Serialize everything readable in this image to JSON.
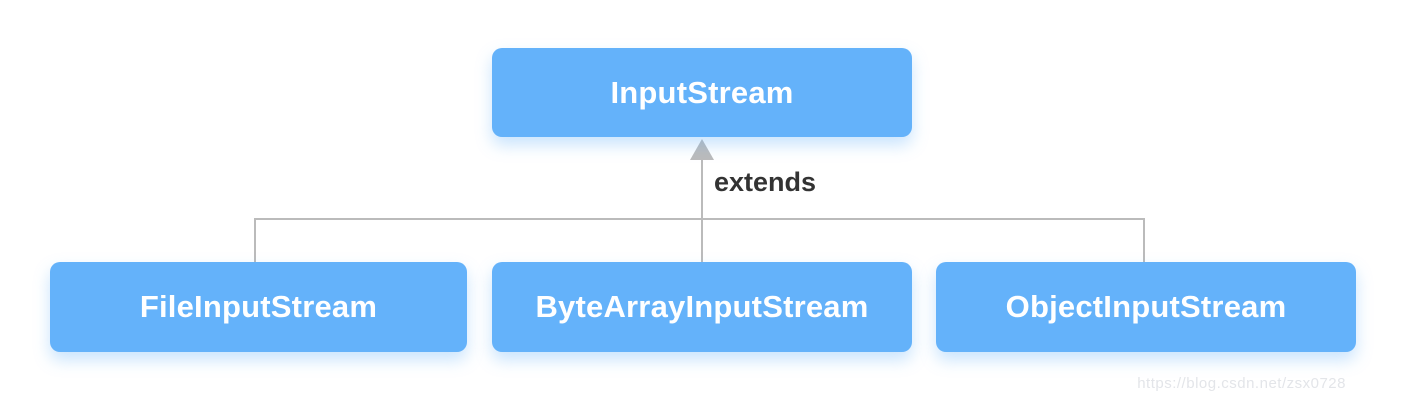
{
  "diagram": {
    "type": "class-hierarchy",
    "parent": {
      "label": "InputStream"
    },
    "edge_label": "extends",
    "children": [
      {
        "label": "FileInputStream"
      },
      {
        "label": "ByteArrayInputStream"
      },
      {
        "label": "ObjectInputStream"
      }
    ],
    "colors": {
      "node_fill": "#64b2fa",
      "node_text": "#ffffff",
      "connector_line": "#bbbbbb",
      "edge_label_text": "#333333",
      "watermark_text": "#e3e5e9",
      "background": "#ffffff"
    },
    "watermark": "https://blog.csdn.net/zsx0728"
  }
}
